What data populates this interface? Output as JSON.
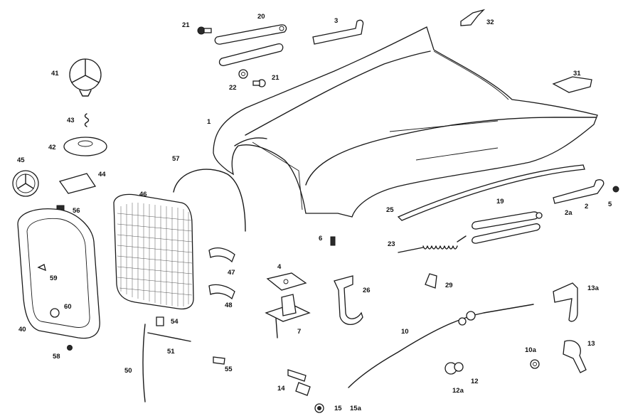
{
  "diagram": {
    "labels": [
      "1",
      "2",
      "2a",
      "3",
      "4",
      "5",
      "6",
      "7",
      "10",
      "10a",
      "12",
      "12a",
      "13",
      "13a",
      "14",
      "15",
      "15a",
      "19",
      "20",
      "21",
      "21",
      "22",
      "23",
      "25",
      "26",
      "29",
      "31",
      "32",
      "40",
      "41",
      "42",
      "43",
      "44",
      "45",
      "46",
      "47",
      "48",
      "50",
      "51",
      "54",
      "55",
      "56",
      "57",
      "58",
      "59",
      "60"
    ]
  }
}
